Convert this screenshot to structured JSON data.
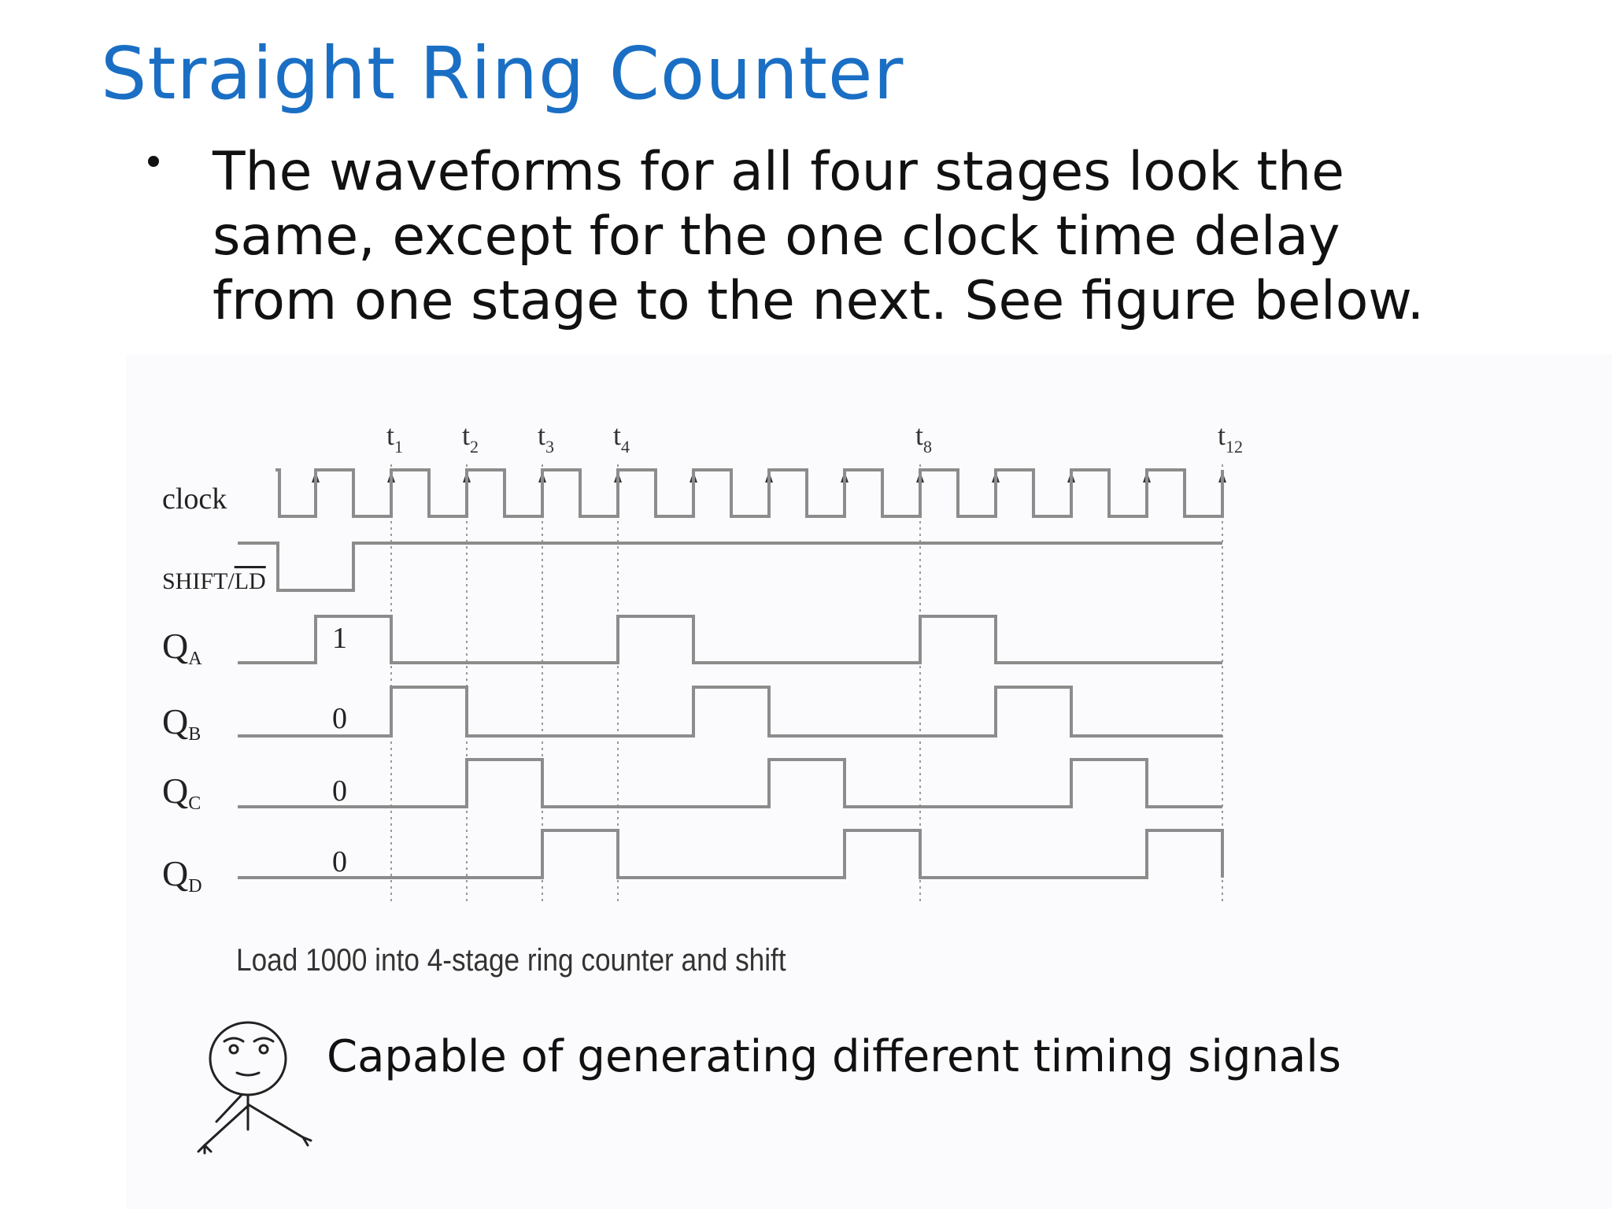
{
  "title": "Straight Ring Counter",
  "bullet": "The waveforms for all four stages look the same, except for the one clock time delay from one stage to the next. See figure below.",
  "figure": {
    "time_markers": [
      {
        "base": "t",
        "sub": "1",
        "clock_edge": 1
      },
      {
        "base": "t",
        "sub": "2",
        "clock_edge": 2
      },
      {
        "base": "t",
        "sub": "3",
        "clock_edge": 3
      },
      {
        "base": "t",
        "sub": "4",
        "clock_edge": 4
      },
      {
        "base": "t",
        "sub": "8",
        "clock_edge": 8
      },
      {
        "base": "t",
        "sub": "12",
        "clock_edge": 12
      }
    ],
    "signals": [
      {
        "label": "clock",
        "sub": "",
        "overline": "",
        "type": "clock",
        "periods": 13
      },
      {
        "label": "SHIFT/",
        "sub": "",
        "overline": "LD",
        "type": "level",
        "initial": 1,
        "transitions": [
          [
            -0.5,
            0
          ],
          [
            0.5,
            1
          ]
        ]
      },
      {
        "label": "Q",
        "sub": "A",
        "overline": "",
        "type": "level",
        "initial": 0,
        "value_label": "1",
        "transitions": [
          [
            0,
            1
          ],
          [
            1,
            0
          ],
          [
            4,
            1
          ],
          [
            5,
            0
          ],
          [
            8,
            1
          ],
          [
            9,
            0
          ]
        ]
      },
      {
        "label": "Q",
        "sub": "B",
        "overline": "",
        "type": "level",
        "initial": 0,
        "value_label": "0",
        "transitions": [
          [
            1,
            1
          ],
          [
            2,
            0
          ],
          [
            5,
            1
          ],
          [
            6,
            0
          ],
          [
            9,
            1
          ],
          [
            10,
            0
          ]
        ]
      },
      {
        "label": "Q",
        "sub": "C",
        "overline": "",
        "type": "level",
        "initial": 0,
        "value_label": "0",
        "transitions": [
          [
            2,
            1
          ],
          [
            3,
            0
          ],
          [
            6,
            1
          ],
          [
            7,
            0
          ],
          [
            10,
            1
          ],
          [
            11,
            0
          ]
        ]
      },
      {
        "label": "Q",
        "sub": "D",
        "overline": "",
        "type": "level",
        "initial": 0,
        "value_label": "0",
        "transitions": [
          [
            3,
            1
          ],
          [
            4,
            0
          ],
          [
            7,
            1
          ],
          [
            8,
            0
          ],
          [
            11,
            1
          ],
          [
            12,
            0
          ]
        ]
      }
    ],
    "caption": "Load 1000 into 4-stage ring counter and shift"
  },
  "note": "Capable of generating different timing signals",
  "colors": {
    "title": "#1a6fc4",
    "wave": "#8c8c8c",
    "text": "#111111"
  },
  "icons": [
    "thinking-face-icon"
  ]
}
